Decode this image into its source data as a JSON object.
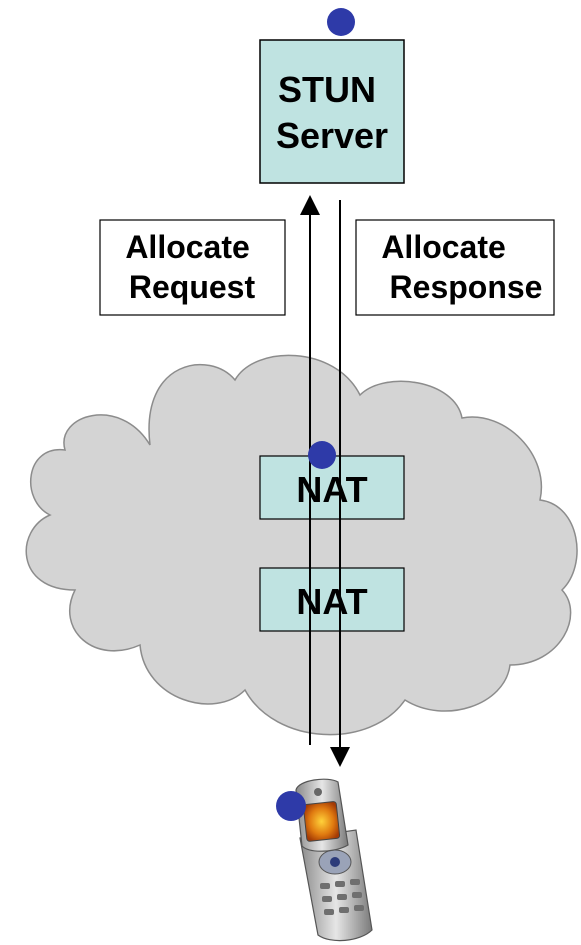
{
  "server": {
    "line1": "STUN",
    "line2": "Server"
  },
  "request_label": {
    "line1": "Allocate",
    "line2": "Request"
  },
  "response_label": {
    "line1": "Allocate",
    "line2": "Response"
  },
  "nat_boxes": [
    {
      "label": "NAT"
    },
    {
      "label": "NAT"
    }
  ],
  "colors": {
    "box_fill": "#bfe3e1",
    "cloud_fill": "#d4d4d4",
    "endpoint_dot": "#2e3aa8",
    "line": "#000000"
  },
  "icons": {
    "client_device": "flip-phone-icon"
  }
}
